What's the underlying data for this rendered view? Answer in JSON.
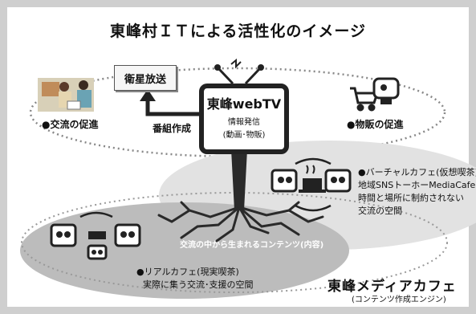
{
  "title": "東峰村ＩＴによる活性化のイメージ",
  "satellite": "衛星放送",
  "broadcast": "番組作成",
  "tv": {
    "name": "東峰webTV",
    "line1": "情報発信",
    "line2": "(動画･物販)"
  },
  "exchange": "●交流の促進",
  "sales": "●物販の促進",
  "virtual_cafe": {
    "title": "●バーチャルカフェ(仮想喫茶)",
    "line1": "地域SNSトーホーMediaCafe",
    "line2": "時間と場所に制約されない",
    "line3": "交流の空間"
  },
  "roots_caption": "交流の中から生まれるコンテンツ(内容)",
  "real_cafe": {
    "title": "●リアルカフェ(現実喫茶)",
    "line1": "実際に集う交流･支援の空間"
  },
  "engine": {
    "title": "東峰メディアカフェ",
    "subtitle": "(コンテンツ作成エンジン)"
  },
  "colors": {
    "background": "#cfcfcf",
    "panel": "#ffffff",
    "ellipse_light": "#e2e2e2",
    "ellipse_dark": "#b9b9b9"
  }
}
